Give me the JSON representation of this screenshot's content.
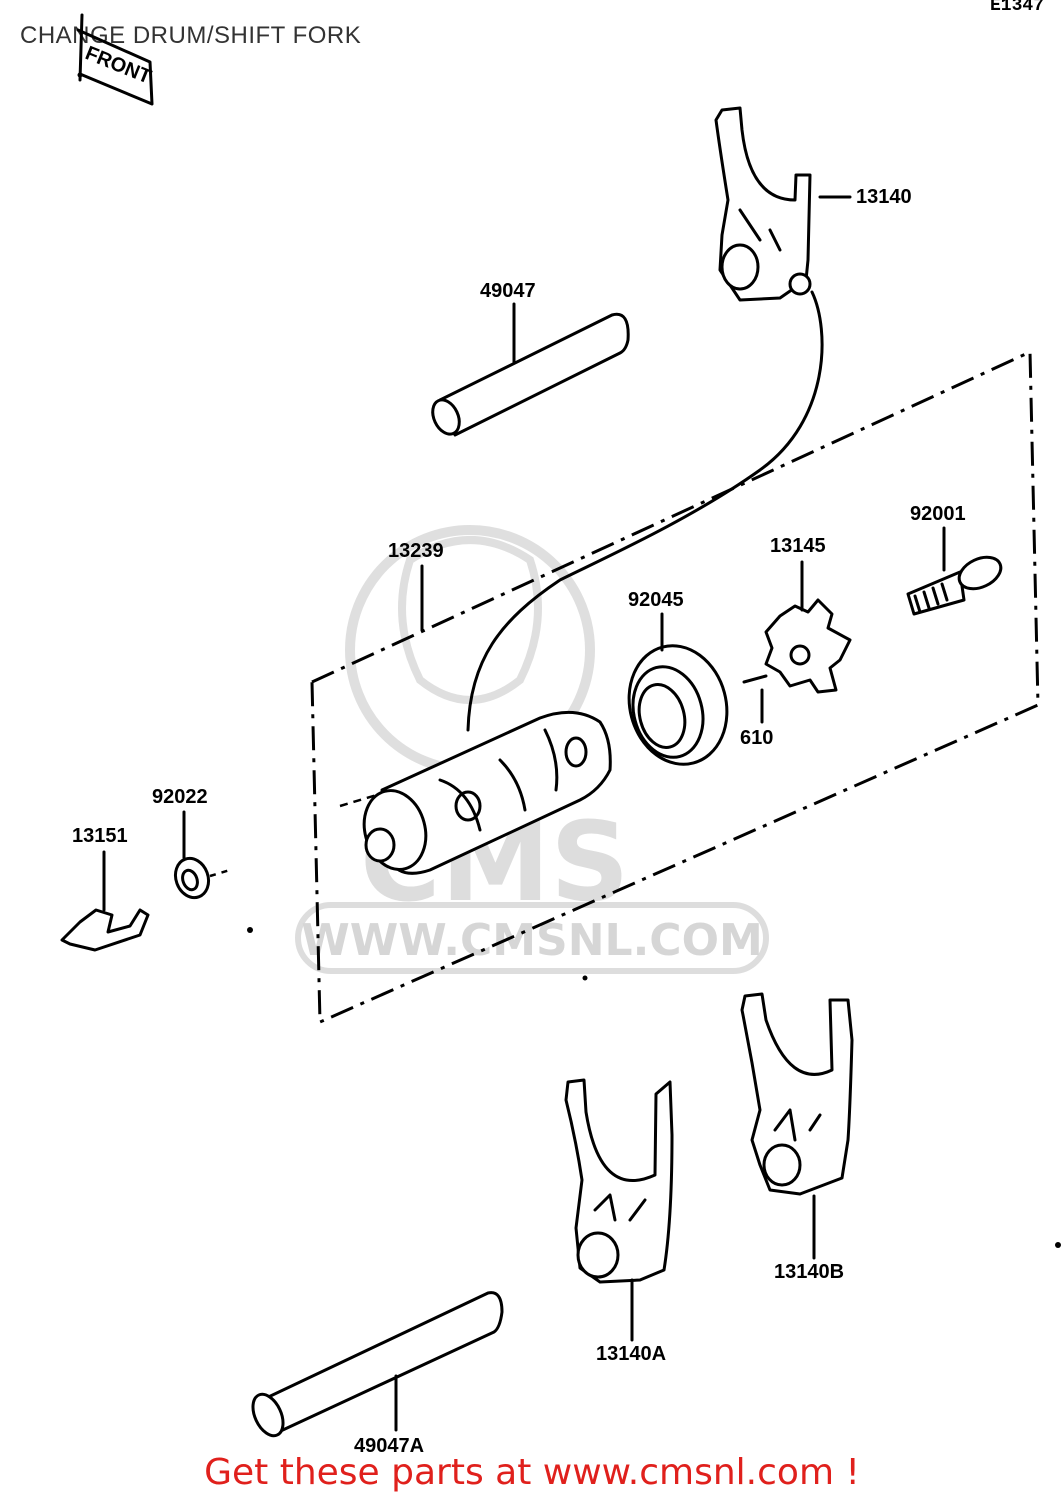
{
  "title": "CHANGE DRUM/SHIFT FORK",
  "diagram_code": "E1347",
  "front_marker": "FRONT",
  "watermark": {
    "brand": "CMS",
    "url": "WWW.CMSNL.COM"
  },
  "footer_text": "Get these parts at www.cmsnl.com !",
  "colors": {
    "footer": "#e0201c",
    "ink": "#000000",
    "watermark": "#d8d8d8"
  },
  "parts": [
    {
      "id": "p13140",
      "number": "13140"
    },
    {
      "id": "p49047",
      "number": "49047"
    },
    {
      "id": "p92001",
      "number": "92001"
    },
    {
      "id": "p13239",
      "number": "13239"
    },
    {
      "id": "p13145",
      "number": "13145"
    },
    {
      "id": "p92045",
      "number": "92045"
    },
    {
      "id": "p610",
      "number": "610"
    },
    {
      "id": "p92022",
      "number": "92022"
    },
    {
      "id": "p13151",
      "number": "13151"
    },
    {
      "id": "p13140B",
      "number": "13140B"
    },
    {
      "id": "p13140A",
      "number": "13140A"
    },
    {
      "id": "p49047A",
      "number": "49047A"
    }
  ]
}
